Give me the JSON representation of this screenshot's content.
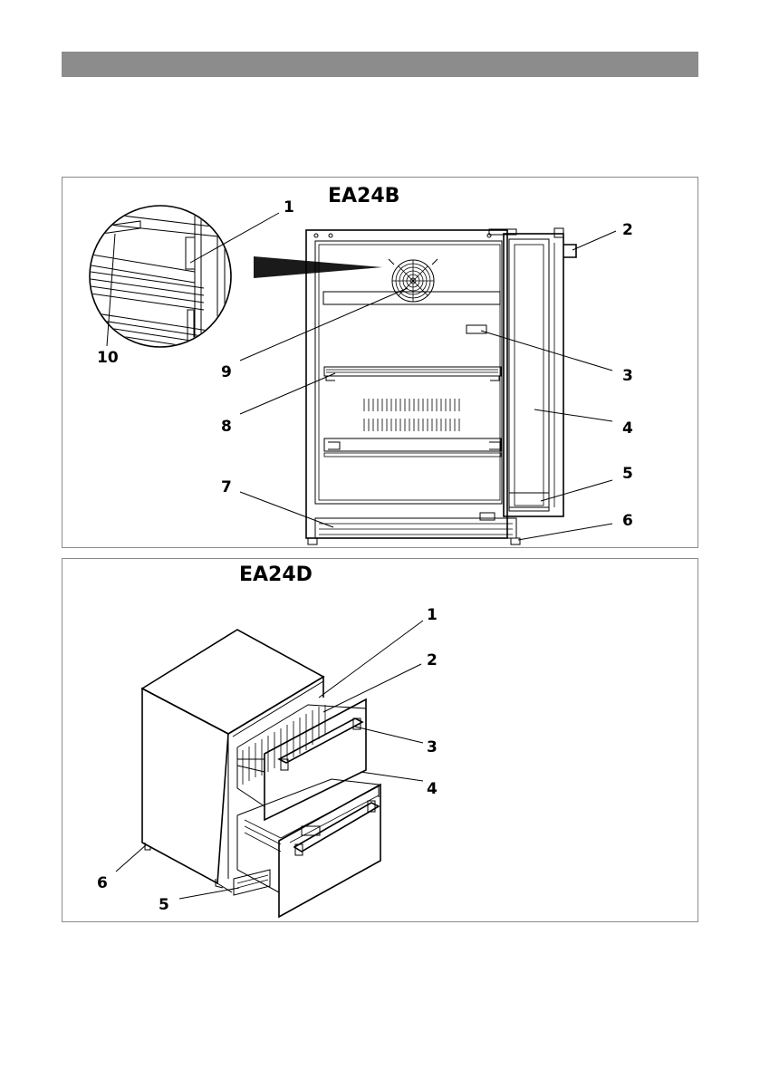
{
  "header": {
    "bar_color": "#8c8c8c"
  },
  "top_panel": {
    "model": "EA24B",
    "callouts": {
      "c1": "1",
      "c2": "2",
      "c3": "3",
      "c4": "4",
      "c5": "5",
      "c6": "6",
      "c7": "7",
      "c8": "8",
      "c9": "9",
      "c10": "10"
    }
  },
  "bottom_panel": {
    "model": "EA24D",
    "callouts": {
      "c1": "1",
      "c2": "2",
      "c3": "3",
      "c4": "4",
      "c5": "5",
      "c6": "6"
    }
  }
}
